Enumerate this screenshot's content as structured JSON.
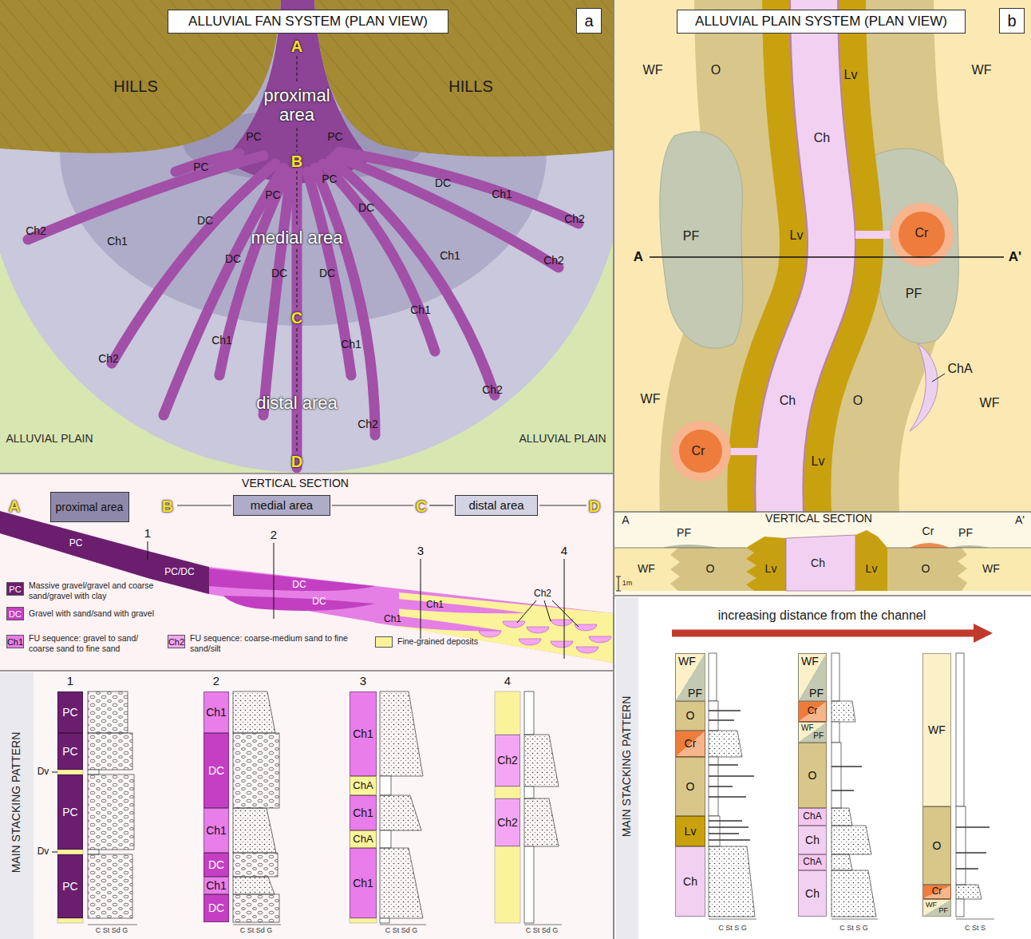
{
  "diagram": {
    "nodes": [
      {
        "text": [
          "ALLUVIAL FAN SYSTEM (PLAN VIEW)"
        ]
      },
      {
        "text": [
          "a"
        ]
      },
      {
        "text": [
          "ALLUVIAL PLAIN SYSTEM (PLAN VIEW)"
        ]
      },
      {
        "text": [
          "b"
        ]
      },
      {
        "text": [
          "proximal area"
        ]
      },
      {
        "text": [
          "medial area"
        ]
      },
      {
        "text": [
          "distal area"
        ]
      },
      {
        "text": [
          "PC"
        ]
      },
      {
        "text": [
          "PC"
        ]
      },
      {
        "text": [
          "PC"
        ]
      },
      {
        "text": [
          "PC"
        ]
      },
      {
        "text": [
          "Ch1"
        ]
      },
      {
        "text": [
          "DC"
        ]
      },
      {
        "text": [
          "Ch1"
        ]
      },
      {
        "text": [
          "DC"
        ]
      },
      {
        "text": [
          "Ch1"
        ]
      },
      {
        "text": [
          "DC"
        ]
      },
      {
        "text": [
          "Ch1"
        ]
      },
      {
        "text": [
          "ChA"
        ]
      },
      {
        "text": [
          "Ch1"
        ]
      },
      {
        "text": [
          "ChA"
        ]
      },
      {
        "text": [
          "Ch1"
        ]
      },
      {
        "text": [
          "Ch2"
        ]
      },
      {
        "text": [
          "Ch2"
        ]
      },
      {
        "text": [
          "WF",
          "PF"
        ]
      },
      {
        "text": [
          "O"
        ]
      },
      {
        "text": [
          "Cr"
        ]
      },
      {
        "text": [
          "O"
        ]
      },
      {
        "text": [
          "Lv"
        ]
      },
      {
        "text": [
          "Ch"
        ]
      },
      {
        "text": [
          "WF",
          "PF"
        ]
      },
      {
        "text": [
          "Cr"
        ]
      },
      {
        "text": [
          "WF",
          "PF"
        ]
      },
      {
        "text": [
          "O"
        ]
      },
      {
        "text": [
          "ChA"
        ]
      },
      {
        "text": [
          "Ch"
        ]
      },
      {
        "text": [
          "ChA"
        ]
      },
      {
        "text": [
          "Ch"
        ]
      },
      {
        "text": [
          "WF"
        ]
      },
      {
        "text": [
          "O"
        ]
      },
      {
        "text": [
          "Cr"
        ]
      },
      {
        "text": [
          "WF",
          "PF"
        ]
      }
    ],
    "labels": [
      "A",
      "HILLS",
      "HILLS",
      "proximal area",
      "PC",
      "PC",
      "B",
      "PC",
      "PC",
      "PC",
      "DC",
      "Ch1",
      "Ch2",
      "DC",
      "DC",
      "Ch1",
      "Ch2",
      "medial area",
      "DC",
      "DC",
      "DC",
      "Ch1",
      "Ch2",
      "C",
      "Ch1",
      "Ch1",
      "Ch1",
      "Ch2",
      "Ch2",
      "distal area",
      "Ch2",
      "ALLUVIAL PLAIN",
      "ALLUVIAL PLAIN",
      "D",
      "VERTICAL SECTION",
      "A",
      "B",
      "C",
      "D",
      "1",
      "2",
      "3",
      "4",
      "PC",
      "PC/DC",
      "DC",
      "DC",
      "Ch1",
      "Ch1",
      "Ch2",
      "PC",
      "DC",
      "Ch1",
      "Ch2",
      "MAIN STACKING PATTERN",
      "1",
      "2",
      "3",
      "4",
      "Dv",
      "Dv",
      "C St Sd G",
      "C St Sd G",
      "C St Sd G",
      "C St Sd G",
      "WF",
      "O",
      "Lv",
      "WF",
      "Ch",
      "PF",
      "Lv",
      "Cr",
      "A",
      "A'",
      "PF",
      "WF",
      "Ch",
      "O",
      "ChA",
      "WF",
      "Cr",
      "Lv",
      "A",
      "VERTICAL SECTION",
      "A'",
      "PF",
      "Cr",
      "PF",
      "WF",
      "O",
      "Lv",
      "Ch",
      "Lv",
      "O",
      "WF",
      "1m",
      "MAIN STACKING PATTERN",
      "increasing distance from the channel",
      "C St S G",
      "C St S G",
      "C St S"
    ],
    "legend": [
      {
        "text": "Massive gravel/gravel and coarse sand/gravel with clay",
        "color": "#6b1e6e"
      },
      {
        "text": "Gravel with sand/sand with gravel",
        "color": "#c53fc5"
      },
      {
        "text": "FU sequence: gravel to sand/ coarse sand to fine sand",
        "color": "#e97de9"
      },
      {
        "text": "FU sequence: coarse-medium sand to fine sand/silt",
        "color": "#f4a6f4"
      },
      {
        "text": "Fine-grained deposits",
        "color": "#faf39a"
      }
    ]
  }
}
